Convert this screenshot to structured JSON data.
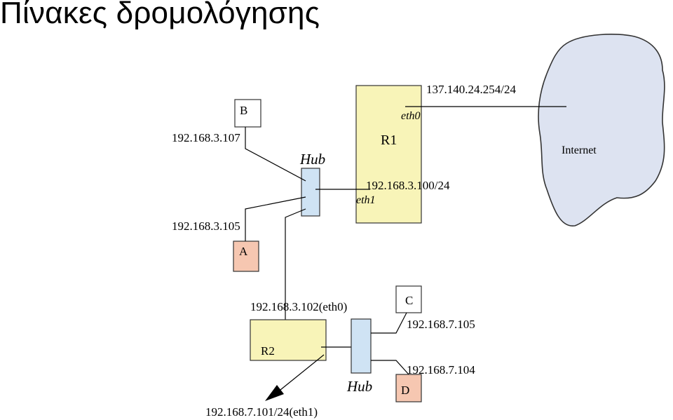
{
  "title": "Πίνακες δρομολόγησης",
  "nodes": {
    "B": {
      "label": "B",
      "ip": "192.168.3.107"
    },
    "A": {
      "label": "A",
      "ip": "192.168.3.105"
    },
    "C": {
      "label": "C",
      "ip": "192.168.7.105"
    },
    "D": {
      "label": "D",
      "ip": "192.168.7.104"
    }
  },
  "hubs": {
    "hub1": {
      "label": "Hub"
    },
    "hub2": {
      "label": "Hub"
    }
  },
  "routers": {
    "r1": {
      "label": "R1",
      "eth0_label": "eth0",
      "eth0_ip": "137.140.24.254/24",
      "eth1_label": "eth1",
      "eth1_ip": "192.168.3.100/24"
    },
    "r2": {
      "label": "R2",
      "eth0_ip": "192.168.3.102(eth0)",
      "eth1_ip": "192.168.7.101/24(eth1)"
    }
  },
  "cloud": {
    "label": "Internet"
  },
  "colors": {
    "router_fill": "#f8f4b8",
    "hub_fill": "#cfe3f4",
    "host_highlight": "#f6c7b1",
    "cloud_fill": "#dde3f1"
  }
}
